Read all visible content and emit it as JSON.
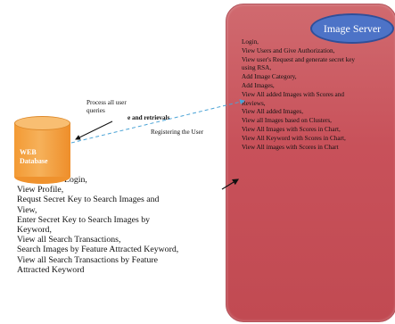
{
  "image_server": {
    "title": "Image Server",
    "items": [
      "Login,",
      "View Users and Give Authorization,",
      "View user's Request and generate secret key",
      "using RSA,",
      "Add Image Category,",
      "Add Images,",
      "View All added Images with Scores and",
      "Reviews,",
      "View All added Images,",
      "View all Images based on Clusters,",
      "View All Images with Scores in Chart,",
      "View All Keyword with Scores in Chart,",
      "View All images with Scores in Chart"
    ]
  },
  "web_database": {
    "label_line1": "WEB",
    "label_line2": "Database"
  },
  "web_user": {
    "items": [
      "Login,",
      "View Profile,",
      "Requst Secret Key to Search Images and",
      "View,",
      "Enter Secret Key to Search Images by",
      "Keyword,",
      "View all Search Transactions,",
      "Search Images by Feature Attracted Keyword,",
      "View all Search Transactions by Feature",
      "Attracted Keyword"
    ]
  },
  "connector_labels": {
    "process_queries": "Process all user queries",
    "retrievals": "e and retrievals",
    "registering": "Registering the User"
  },
  "colors": {
    "server_box": "#c8515a",
    "server_ellipse": "#4d73c7",
    "database": "#f39a34",
    "dashed_line": "#4aa3d6"
  }
}
